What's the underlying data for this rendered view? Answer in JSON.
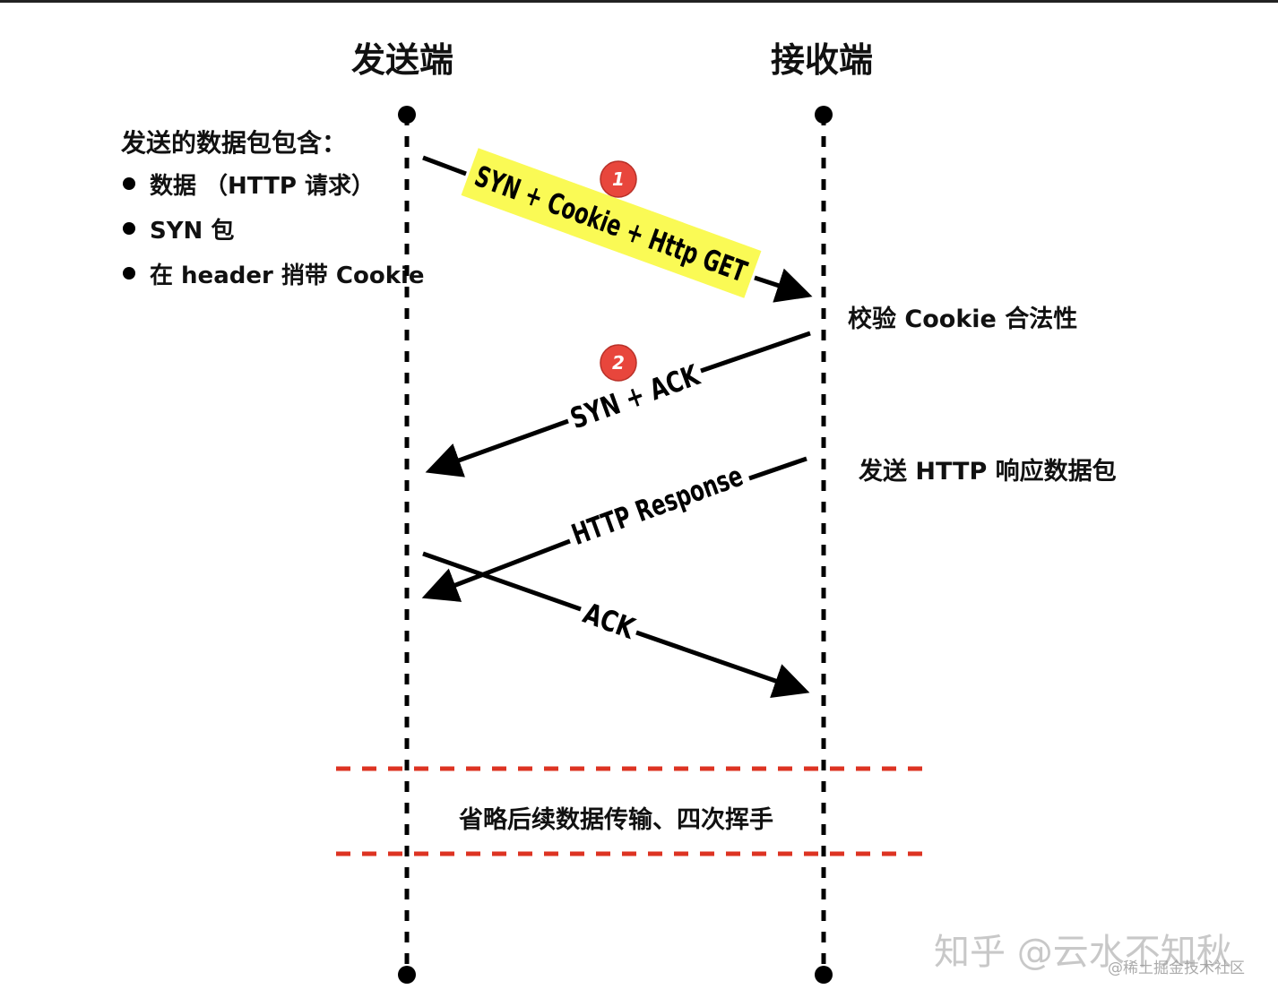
{
  "titles": {
    "sender": "发送端",
    "receiver": "接收端"
  },
  "sender_info": {
    "heading": "发送的数据包包含：",
    "items": [
      "数据 （HTTP 请求）",
      "SYN 包",
      "在 header 捎带 Cookie"
    ]
  },
  "messages": [
    {
      "label": "SYN + Cookie + Http GET",
      "badge": "1",
      "highlight": "#fafa55"
    },
    {
      "label": "SYN + ACK",
      "badge": "2"
    },
    {
      "label": "HTTP Response"
    },
    {
      "label": "ACK"
    }
  ],
  "notes": {
    "verify": "校验 Cookie 合法性",
    "send_response": "发送 HTTP 响应数据包",
    "omitted": "省略后续数据传输、四次挥手"
  },
  "watermark": {
    "main": "知乎 @云水不知秋",
    "secondary": "@稀土掘金技术社区"
  },
  "colors": {
    "separator": "#dd3322",
    "badge": "#e8463c",
    "highlight": "#fafa55"
  }
}
